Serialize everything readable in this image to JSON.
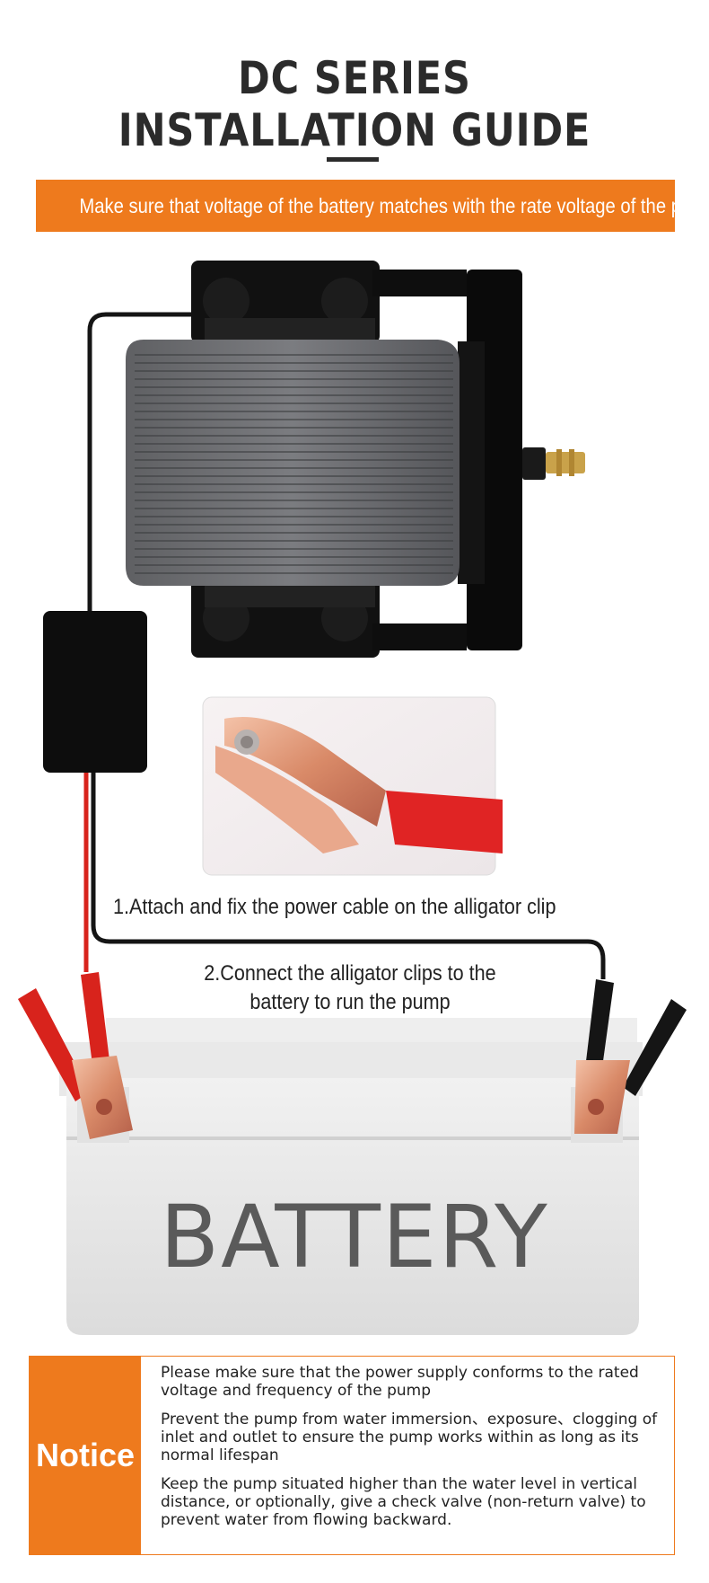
{
  "header": {
    "title_line1": "DC SERIES",
    "title_line2": "INSTALLATION GUIDE"
  },
  "banner": {
    "text": "Make sure that voltage of the battery matches with the rate voltage of the pump"
  },
  "steps": {
    "step1": "1.Attach and fix the power cable on the alligator clip",
    "step2_line1": "2.Connect the alligator clips to the",
    "step2_line2": "battery to run the pump"
  },
  "battery": {
    "label": "BATTERY"
  },
  "notice": {
    "label": "Notice",
    "items": [
      "Please make sure that the power supply conforms to the rated voltage and frequency of the pump",
      "Prevent the pump from water immersion、exposure、clogging of inlet and outlet to ensure the pump works within as long as its normal lifespan",
      "Keep the pump situated higher than the water level in vertical distance, or optionally, give a check valve (non-return valve) to prevent water from flowing backward."
    ]
  },
  "colors": {
    "accent": "#ee7a1d",
    "title": "#2b2b2b",
    "wire_red": "#d8231c",
    "wire_black": "#151515"
  }
}
